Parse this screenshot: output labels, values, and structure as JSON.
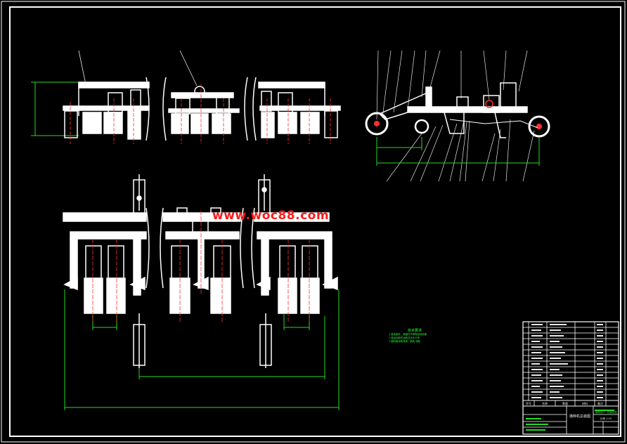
{
  "watermark": "www.woc88.com",
  "notes": {
    "title": "技术要求",
    "lines": [
      "1.各连接件、紧固件不得有松动现象",
      "2.各运动部件运转灵活无卡滞",
      "3.整机喷涂防锈漆，颜色 绿色"
    ]
  },
  "title_block": {
    "drawing_title": "播种机总装图",
    "school": "课程设计 · 总装配图",
    "scale_label": "比例 1:10",
    "headers": [
      "序号",
      "名称",
      "数量",
      "材料",
      "备注"
    ]
  },
  "colors": {
    "background": "#000000",
    "outline": "#ffffff",
    "dimension": "#22dd22",
    "centerline": "#ff3030",
    "leader": "#e8e8e8",
    "accent": "#ff1a1a"
  }
}
